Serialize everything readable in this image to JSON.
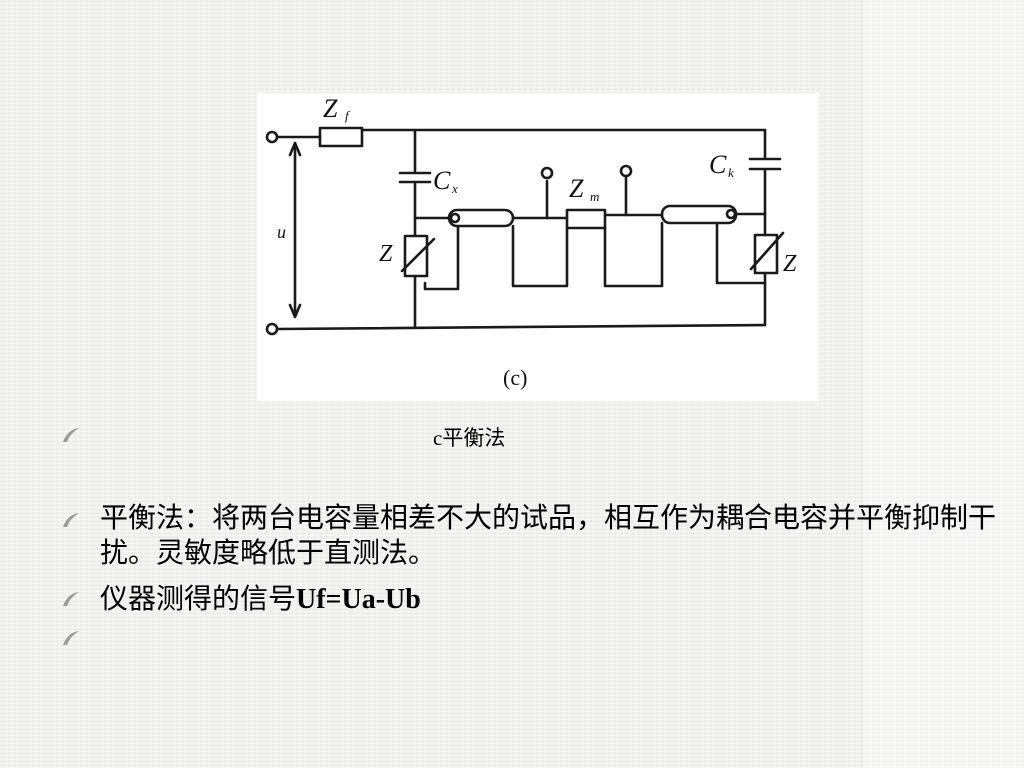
{
  "figure": {
    "label_zf": "Z",
    "label_zf_sub": "f",
    "label_cx": "C",
    "label_cx_sub": "x",
    "label_zm": "Z",
    "label_zm_sub": "m",
    "label_ck": "C",
    "label_ck_sub": "k",
    "label_u": "u",
    "label_z_left": "Z",
    "label_z_right": "Z",
    "caption": "(c)"
  },
  "slide": {
    "figure_caption": "c平衡法",
    "bullets": [
      {
        "text": "平衡法：将两台电容量相差不大的试品，相互作为耦合电容并平衡抑制干扰。灵敏度略低于直测法。"
      },
      {
        "text_prefix": "仪器测得的信号",
        "text_formula": "Uf=Ua-Ub"
      },
      {
        "text": ""
      }
    ]
  }
}
